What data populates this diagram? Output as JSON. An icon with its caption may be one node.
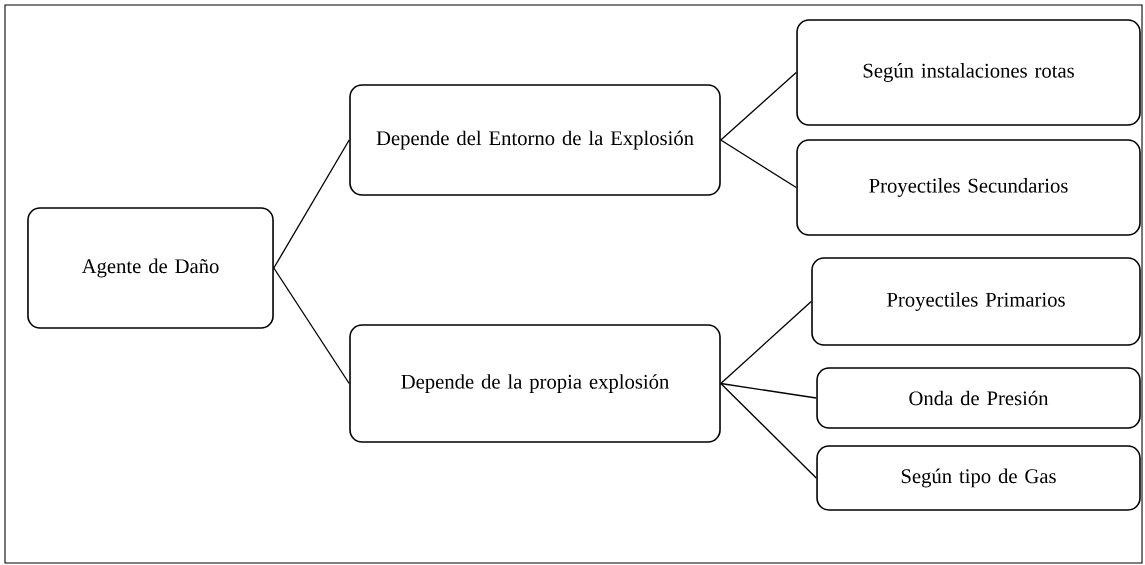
{
  "diagram": {
    "nodes": [
      {
        "text": [
          "Agente de Daño"
        ]
      },
      {
        "text": [
          "Depende del Entorno de la Explosión"
        ]
      },
      {
        "text": [
          "Depende de la propia explosión"
        ]
      },
      {
        "text": [
          "Según instalaciones rotas"
        ]
      },
      {
        "text": [
          "Proyectiles Secundarios"
        ]
      },
      {
        "text": [
          "Proyectiles Primarios"
        ]
      },
      {
        "text": [
          "Onda de Presión"
        ]
      },
      {
        "text": [
          "Según tipo de Gas"
        ]
      }
    ],
    "edges": [
      {
        "from": 0,
        "to": 1,
        "arrow": "none"
      },
      {
        "from": 0,
        "to": 2,
        "arrow": "none"
      },
      {
        "from": 1,
        "to": 3,
        "arrow": "none"
      },
      {
        "from": 1,
        "to": 4,
        "arrow": "none"
      },
      {
        "from": 2,
        "to": 5,
        "arrow": "none"
      },
      {
        "from": 2,
        "to": 6,
        "arrow": "none"
      },
      {
        "from": 2,
        "to": 7,
        "arrow": "none"
      }
    ]
  }
}
